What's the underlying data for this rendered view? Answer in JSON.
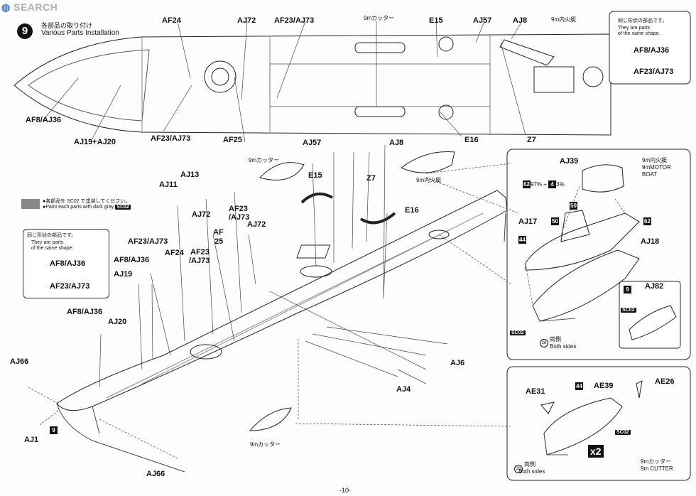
{
  "watermark": {
    "icon": "magnifier-icon",
    "text": "SEARCH"
  },
  "step": {
    "number": "9",
    "title_jp": "各部品の取り付け",
    "title_en": "Various Parts Installation"
  },
  "same_shape_box": {
    "jp": "同じ形状の部品です。",
    "en1": "They are parts",
    "en2": "of the same shape.",
    "items": [
      "AF8/AJ36",
      "AF23/AJ73"
    ]
  },
  "paint_note": {
    "jp": "●各部品を SC02 で塗装してください。",
    "en": "●Paint each parts with dark gray",
    "code": "SC02"
  },
  "top_labels": {
    "af24": "AF24",
    "aj72": "AJ72",
    "af23aj73": "AF23/AJ73",
    "cutter_jp": "9mカッター",
    "e15": "E15",
    "aj57": "AJ57",
    "aj8": "AJ8",
    "boat_jp": "9m内火艇",
    "af8aj36": "AF8/AJ36",
    "aj19aj20": "AJ19+AJ20",
    "af23aj73_b": "AF23/AJ73",
    "af25": "AF25",
    "e16": "E16",
    "z7": "Z7"
  },
  "main_labels": {
    "aj57": "AJ57",
    "aj8": "AJ8",
    "cutter_jp": "9mカッター",
    "aj13": "AJ13",
    "aj11": "AJ11",
    "e15": "E15",
    "z7": "Z7",
    "boat_jp": "9m内火艇",
    "e16": "E16",
    "aj72": "AJ72",
    "af23": "AF23",
    "af23aj73": "/AJ73",
    "af": "AF",
    "n25": "25",
    "aj72_b": "AJ72",
    "af23_b": "AF23",
    "aj73_b": "/AJ73",
    "af24": "AF24",
    "aj19": "AJ19",
    "aj20": "AJ20",
    "af8aj36": "AF8/AJ36",
    "aj6": "AJ6",
    "aj4": "AJ4",
    "aj66": "AJ66",
    "aj1": "AJ1",
    "n9": "9",
    "aj66_b": "AJ66",
    "cutter_jp_b": "9mカッター"
  },
  "left_same_box": {
    "jp": "同じ形状の部品です。",
    "en1": "They are parts",
    "en2": "of the same shape.",
    "af23aj73_title": "AF23/AJ73",
    "af8aj36_title": "AF8/AJ36",
    "items": [
      "AF8/AJ36",
      "AF23/AJ73"
    ]
  },
  "motor_boat": {
    "aj39": "AJ39",
    "name_jp": "9m内火艇",
    "name_en1": "9mMOTOR",
    "name_en2": "BOAT",
    "mix_a": "62",
    "mix_text": "97% + ",
    "mix_b": "4",
    "mix_text2": "3%",
    "aj17": "AJ17",
    "n50a": "50",
    "n50b": "50",
    "n44": "44",
    "n62": "62",
    "aj18": "AJ18",
    "sc02": "SC02",
    "n26": "26",
    "both_jp": "両側",
    "both_en": "Both sides",
    "n9": "9",
    "aj82": "AJ82",
    "sc02_b": "SC02"
  },
  "cutter": {
    "ae31": "AE31",
    "n44": "44",
    "ae39": "AE39",
    "ae26": "AE26",
    "sc02": "SC02",
    "x2": "x2",
    "n26": "26",
    "both_jp": "両側",
    "both_en": "Both sides",
    "name_jp": "9mカッター",
    "name_en": "9m CUTTER"
  },
  "page_number": "-10-"
}
